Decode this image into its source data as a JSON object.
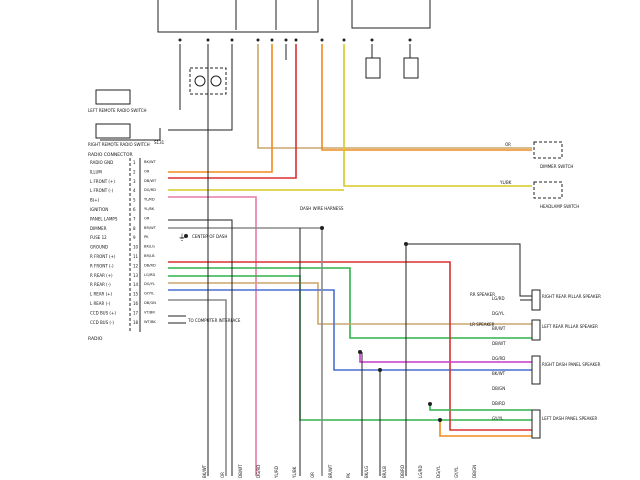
{
  "labels": {
    "radio_connector": "RADIO CONNECTOR",
    "radio": "RADIO",
    "splice": "S131",
    "left_remote_radio_switch": "LEFT REMOTE RADIO SWITCH",
    "right_remote_radio_switch": "RIGHT REMOTE RADIO SWITCH",
    "dimmer_switch": "DIMMER SWITCH",
    "headlamp_switch": "HEADLAMP SWITCH",
    "center_of_dash": "CENTER OF DASH",
    "right_rear_pillar_speaker": "RIGHT REAR PILLAR SPEAKER",
    "left_rear_pillar_speaker": "LEFT REAR PILLAR SPEAKER",
    "right_dash_panel_speaker": "RIGHT DASH PANEL SPEAKER",
    "left_dash_panel_speaker": "LEFT DASH PANEL SPEAKER",
    "computer_interface": "TO COMPUTER INTERFACE",
    "dash_wire_harness": "DASH WIRE HARNESS",
    "rr_speaker_feed": "RR SPEAKER",
    "lr_speaker_feed": "LR SPEAKER"
  },
  "radio_pins": [
    {
      "num": "1",
      "name": "RADIO GND",
      "wire": "BK/WT"
    },
    {
      "num": "2",
      "name": "ILLUM",
      "wire": "OR"
    },
    {
      "num": "3",
      "name": "L FRONT (+)",
      "wire": "DB/WT"
    },
    {
      "num": "4",
      "name": "L FRONT (-)",
      "wire": "DG/RD"
    },
    {
      "num": "5",
      "name": "B(+)",
      "wire": "YL/RD"
    },
    {
      "num": "6",
      "name": "IGNITION",
      "wire": "YL/BK"
    },
    {
      "num": "7",
      "name": "PANEL LAMPS",
      "wire": "OR"
    },
    {
      "num": "8",
      "name": "DIMMER",
      "wire": "BR/WT"
    },
    {
      "num": "9",
      "name": "FUSE 12",
      "wire": "PK"
    },
    {
      "num": "10",
      "name": "GROUND",
      "wire": "BK/LG"
    },
    {
      "num": "11",
      "name": "R FRONT (+)",
      "wire": "BR/LB"
    },
    {
      "num": "12",
      "name": "R FRONT (-)",
      "wire": "DB/RD"
    },
    {
      "num": "13",
      "name": "R REAR (+)",
      "wire": "LG/RD"
    },
    {
      "num": "14",
      "name": "R REAR (-)",
      "wire": "DG/YL"
    },
    {
      "num": "15",
      "name": "L REAR (+)",
      "wire": "GY/YL"
    },
    {
      "num": "16",
      "name": "L REAR (-)",
      "wire": "DB/GN"
    },
    {
      "num": "17",
      "name": "CCD BUS (+)",
      "wire": "VT/BR"
    },
    {
      "num": "18",
      "name": "CCD BUS (-)",
      "wire": "WT/BK"
    }
  ],
  "speaker_wires": [
    "LG/RD",
    "DG/YL",
    "BR/WT",
    "DB/WT",
    "DG/RD",
    "BK/WT",
    "DB/GN",
    "DB/RD",
    "GY/YL"
  ],
  "right_wires": [
    "OR",
    "YL/BK"
  ],
  "colors": {
    "orange": "#f08a1c",
    "red": "#d93030",
    "green": "#2fb24a",
    "magenta": "#c73ac9",
    "yellow": "#d9c820",
    "tan": "#c9a66b",
    "blue": "#4a6fd1",
    "pink": "#e87aa8",
    "gray": "#8a8a8a",
    "black": "#222222"
  }
}
